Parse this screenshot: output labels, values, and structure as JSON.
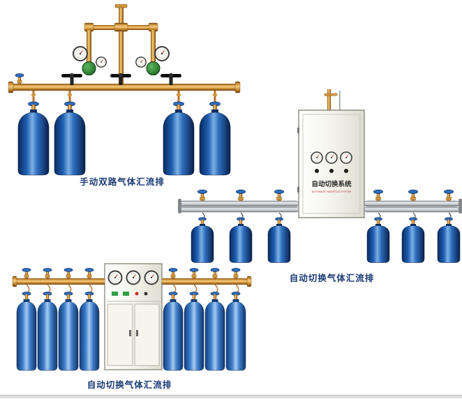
{
  "figures": {
    "manual_dual": {
      "caption": "手动双路气体汇流排"
    },
    "auto_wall": {
      "caption": "自动切换气体汇流排",
      "cabinet_label": "自动切换系统",
      "cabinet_sublabel": "AUTOMATIC MANIFOLD SYSTEM"
    },
    "auto_floor": {
      "caption": "自动切换气体汇流排"
    }
  },
  "colors": {
    "caption_text": "#1a3a75",
    "brass": "#cf953e",
    "cylinder_blue": "#2e6fc0",
    "cabinet_face": "#f4f4ec",
    "regulator_green": "#2c7a30"
  }
}
